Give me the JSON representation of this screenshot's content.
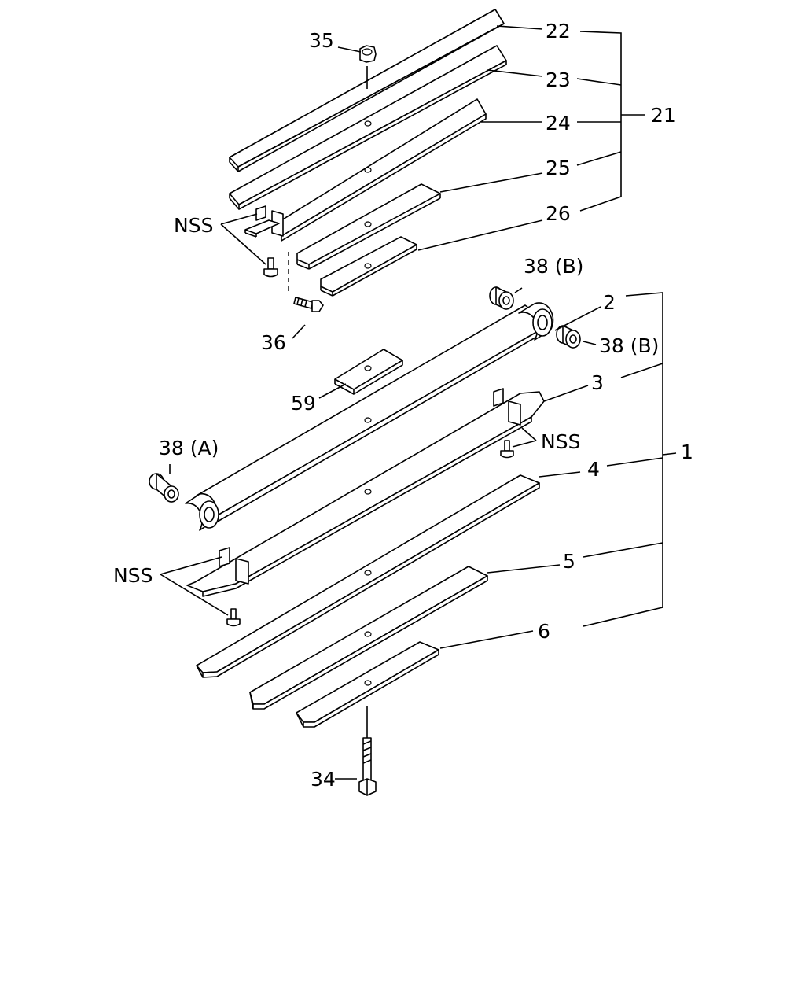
{
  "diagram": {
    "callouts": {
      "p1": "1",
      "p2": "2",
      "p3": "3",
      "p4": "4",
      "p5": "5",
      "p6": "6",
      "p21": "21",
      "p22": "22",
      "p23": "23",
      "p24": "24",
      "p25": "25",
      "p26": "26",
      "p34": "34",
      "p35": "35",
      "p36": "36",
      "p38a": "38 (A)",
      "p38b_top": "38 (B)",
      "p38b_right": "38 (B)",
      "p59": "59",
      "nss_top": "NSS",
      "nss_right": "NSS",
      "nss_left": "NSS"
    }
  }
}
